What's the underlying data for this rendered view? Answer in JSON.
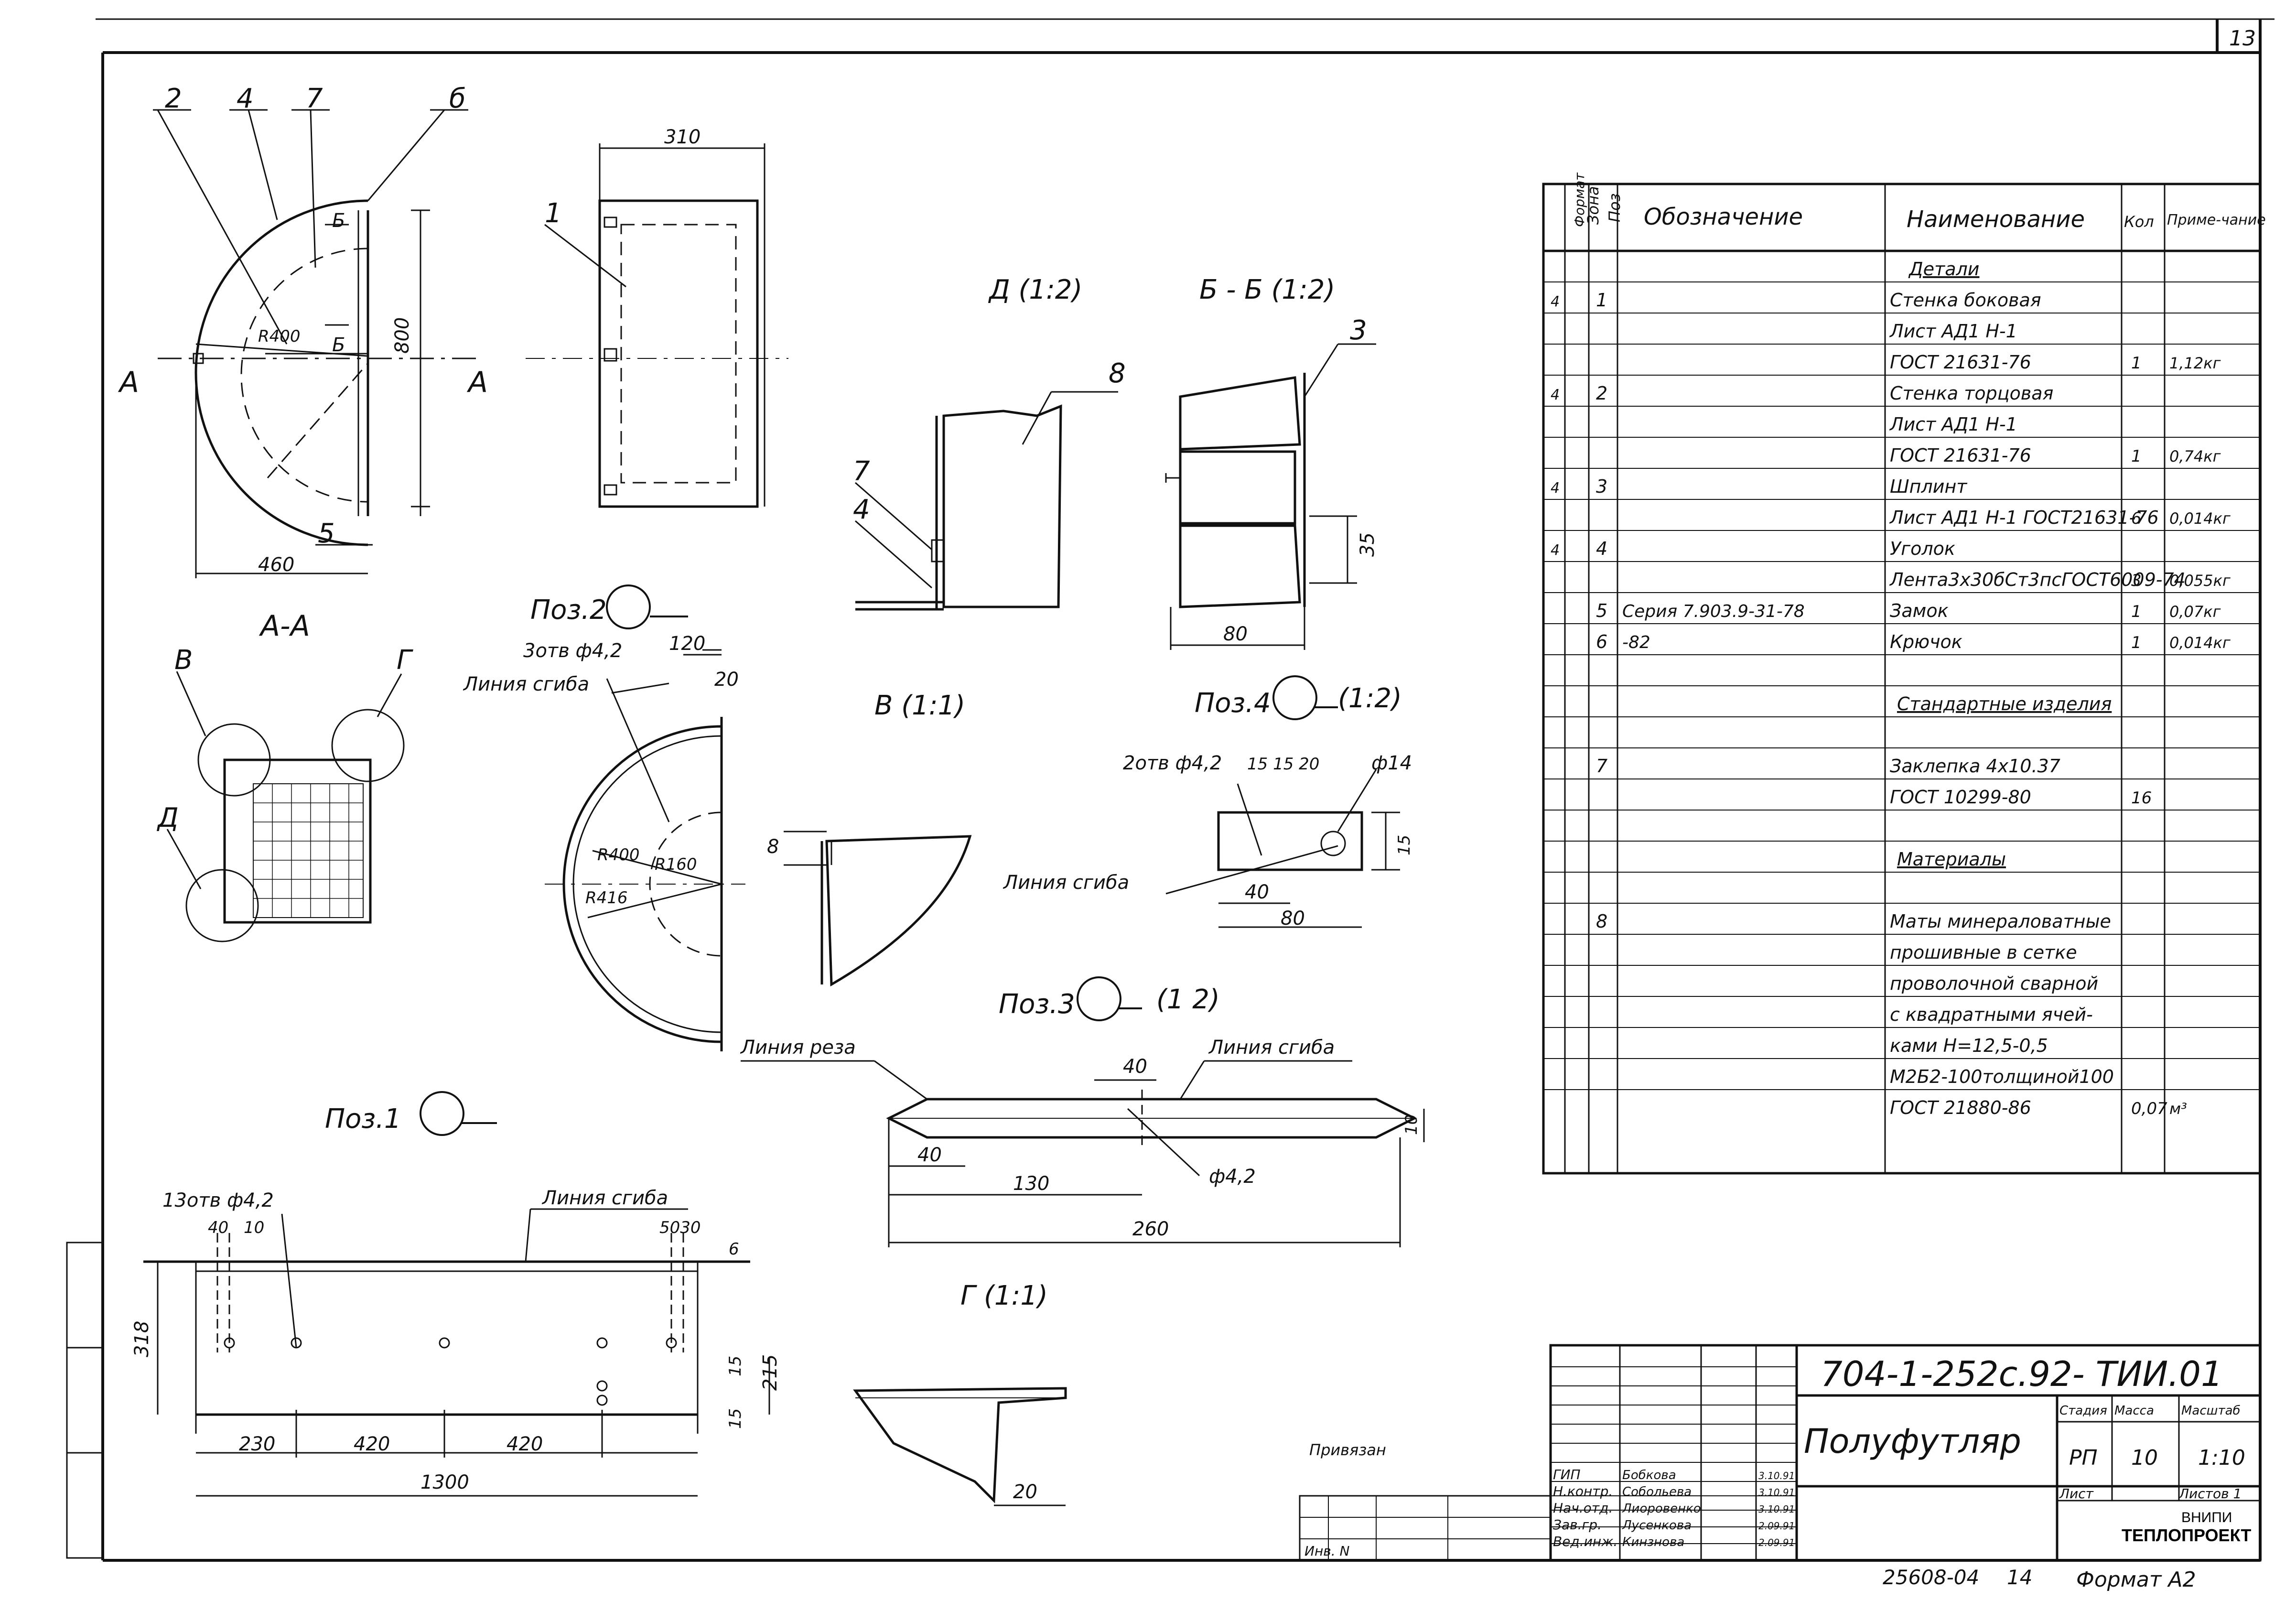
{
  "sheet": {
    "page_number": "13",
    "document_code": "704-1-252с.92- ТИИ.01",
    "bottom_code": "25608-04",
    "bottom_sheet": "14",
    "format_label": "Формат  А2"
  },
  "drawing": {
    "leaders_top": [
      "2",
      "4",
      "7",
      "б"
    ],
    "dims_main": {
      "r400": "R400",
      "d800": "800",
      "d460": "460",
      "label_b": "Б",
      "label_aa_a": "А",
      "label_5": "5"
    },
    "section_labels": {
      "aa": "А-А",
      "pos1": "Поз.1",
      "pos2": "Поз.2",
      "pos3": "Поз.3",
      "pos4": "Поз.4",
      "scale_12": "(1:2)",
      "scale_12b": "(1 2)"
    },
    "views": {
      "d": "Д (1:2)",
      "bb": "Б - Б (1:2)",
      "v": "В (1:1)",
      "g": "Г (1:1)"
    },
    "corner_labels": {
      "v": "В",
      "g": "Г",
      "d": "Д"
    },
    "side_view": {
      "dim": "310",
      "leader": "1"
    },
    "view_d": {
      "leader8": "8",
      "leader7": "7",
      "leader4": "4"
    },
    "view_bb": {
      "leader3": "3",
      "dim35": "35",
      "dim80": "80"
    },
    "pos2": {
      "holes": "3отв ф4,2",
      "bend": "Линия сгиба",
      "d120": "120",
      "d20": "20",
      "r400": "R400",
      "r160": "R160",
      "r416": "R416"
    },
    "pos4": {
      "holes": "2отв ф4,2",
      "dims": "15 15 20",
      "d14": "ф14",
      "bend": "Линия сгиба",
      "d40": "40",
      "d80": "80",
      "d15": "15"
    },
    "view_v": {
      "dim8": "8"
    },
    "pos3": {
      "cut": "Линия реза",
      "bend": "Линия сгиба",
      "d40a": "40",
      "d40b": "40",
      "d130": "130",
      "d260": "260",
      "d10": "10",
      "hole": "ф4,2"
    },
    "pos1": {
      "holes": "13отв ф4,2",
      "bend": "Линия сгиба",
      "d40": "40",
      "d10": "10",
      "d5030": "5030",
      "d6": "6",
      "d318": "318",
      "d215": "215",
      "d15a": "15",
      "d15b": "15",
      "d230": "230",
      "d420a": "420",
      "d420b": "420",
      "d1300": "1300"
    },
    "view_g": {
      "dim20": "20"
    }
  },
  "spec": {
    "headers": {
      "format": "Формат",
      "zone": "Зона",
      "pos": "Поз",
      "designation": "Обозначение",
      "name": "Наименование",
      "qty": "Кол",
      "note": "Приме-чание"
    },
    "rows": [
      {
        "fmt": "",
        "pos": "",
        "des": "",
        "name": "Детали",
        "qty": "",
        "note": ""
      },
      {
        "fmt": "4",
        "pos": "1",
        "des": "",
        "name": "Стенка боковая",
        "qty": "",
        "note": ""
      },
      {
        "fmt": "",
        "pos": "",
        "des": "",
        "name": "Лист АД1 Н-1",
        "qty": "",
        "note": ""
      },
      {
        "fmt": "",
        "pos": "",
        "des": "",
        "name": "ГОСТ 21631-76",
        "qty": "1",
        "note": "1,12кг"
      },
      {
        "fmt": "4",
        "pos": "2",
        "des": "",
        "name": "Стенка торцовая",
        "qty": "",
        "note": ""
      },
      {
        "fmt": "",
        "pos": "",
        "des": "",
        "name": "Лист АД1 Н-1",
        "qty": "",
        "note": ""
      },
      {
        "fmt": "",
        "pos": "",
        "des": "",
        "name": "ГОСТ 21631-76",
        "qty": "1",
        "note": "0,74кг"
      },
      {
        "fmt": "4",
        "pos": "3",
        "des": "",
        "name": "Шплинт",
        "qty": "",
        "note": ""
      },
      {
        "fmt": "",
        "pos": "",
        "des": "",
        "name": "Лист АД1 Н-1 ГОСТ21631-76",
        "qty": "6",
        "note": "0,014кг"
      },
      {
        "fmt": "4",
        "pos": "4",
        "des": "",
        "name": "Уголок",
        "qty": "",
        "note": ""
      },
      {
        "fmt": "",
        "pos": "",
        "des": "",
        "name": "Лента3х30бСт3псГОСТ6009-74",
        "qty": "3",
        "note": "0,055кг"
      },
      {
        "fmt": "",
        "pos": "5",
        "des": "Серия 7.903.9-31-78",
        "name": "Замок",
        "qty": "1",
        "note": "0,07кг"
      },
      {
        "fmt": "",
        "pos": "6",
        "des": "-82",
        "name": "Крючок",
        "qty": "1",
        "note": "0,014кг"
      },
      {
        "fmt": "",
        "pos": "",
        "des": "",
        "name": "",
        "qty": "",
        "note": ""
      },
      {
        "fmt": "",
        "pos": "",
        "des": "",
        "name": "Стандартные изделия",
        "qty": "",
        "note": ""
      },
      {
        "fmt": "",
        "pos": "",
        "des": "",
        "name": "",
        "qty": "",
        "note": ""
      },
      {
        "fmt": "",
        "pos": "7",
        "des": "",
        "name": "Заклепка 4х10.37",
        "qty": "",
        "note": ""
      },
      {
        "fmt": "",
        "pos": "",
        "des": "",
        "name": "ГОСТ 10299-80",
        "qty": "16",
        "note": ""
      },
      {
        "fmt": "",
        "pos": "",
        "des": "",
        "name": "",
        "qty": "",
        "note": ""
      },
      {
        "fmt": "",
        "pos": "",
        "des": "",
        "name": "Материалы",
        "qty": "",
        "note": ""
      },
      {
        "fmt": "",
        "pos": "",
        "des": "",
        "name": "",
        "qty": "",
        "note": ""
      },
      {
        "fmt": "",
        "pos": "8",
        "des": "",
        "name": "Маты минераловатные",
        "qty": "",
        "note": ""
      },
      {
        "fmt": "",
        "pos": "",
        "des": "",
        "name": "прошивные в сетке",
        "qty": "",
        "note": ""
      },
      {
        "fmt": "",
        "pos": "",
        "des": "",
        "name": "проволочной сварной",
        "qty": "",
        "note": ""
      },
      {
        "fmt": "",
        "pos": "",
        "des": "",
        "name": "с квадратными ячей-",
        "qty": "",
        "note": ""
      },
      {
        "fmt": "",
        "pos": "",
        "des": "",
        "name": "ками Н=12,5-0,5",
        "qty": "",
        "note": ""
      },
      {
        "fmt": "",
        "pos": "",
        "des": "",
        "name": "М2Б2-100толщиной100",
        "qty": "",
        "note": ""
      },
      {
        "fmt": "",
        "pos": "",
        "des": "",
        "name": "ГОСТ 21880-86",
        "qty": "0,07",
        "note": "м³"
      }
    ]
  },
  "title_block": {
    "title": "Полуфутляр",
    "stage_header": "Стадия",
    "mass_header": "Масса",
    "scale_header": "Масштаб",
    "stage": "РП",
    "mass": "10",
    "scale": "1:10",
    "sheet_label": "Лист",
    "sheets_label": "Листов 1",
    "org_line1": "ВНИПИ",
    "org_line2": "ТЕПЛОПРОЕКТ",
    "approved_label": "Привязан",
    "inv_label": "Инв. N",
    "signers": [
      {
        "role": "ГИП",
        "name": "Бобкова",
        "date": "3.10.91"
      },
      {
        "role": "Н.контр.",
        "name": "Собольева",
        "date": "3.10.91"
      },
      {
        "role": "Нач.отд.",
        "name": "Лиоровенко",
        "date": "3.10.91"
      },
      {
        "role": "Зав.гр.",
        "name": "Лусенкова",
        "date": "2.09.91"
      },
      {
        "role": "Вед.инж.",
        "name": "Кинзнова",
        "date": "2.09.91"
      }
    ]
  }
}
